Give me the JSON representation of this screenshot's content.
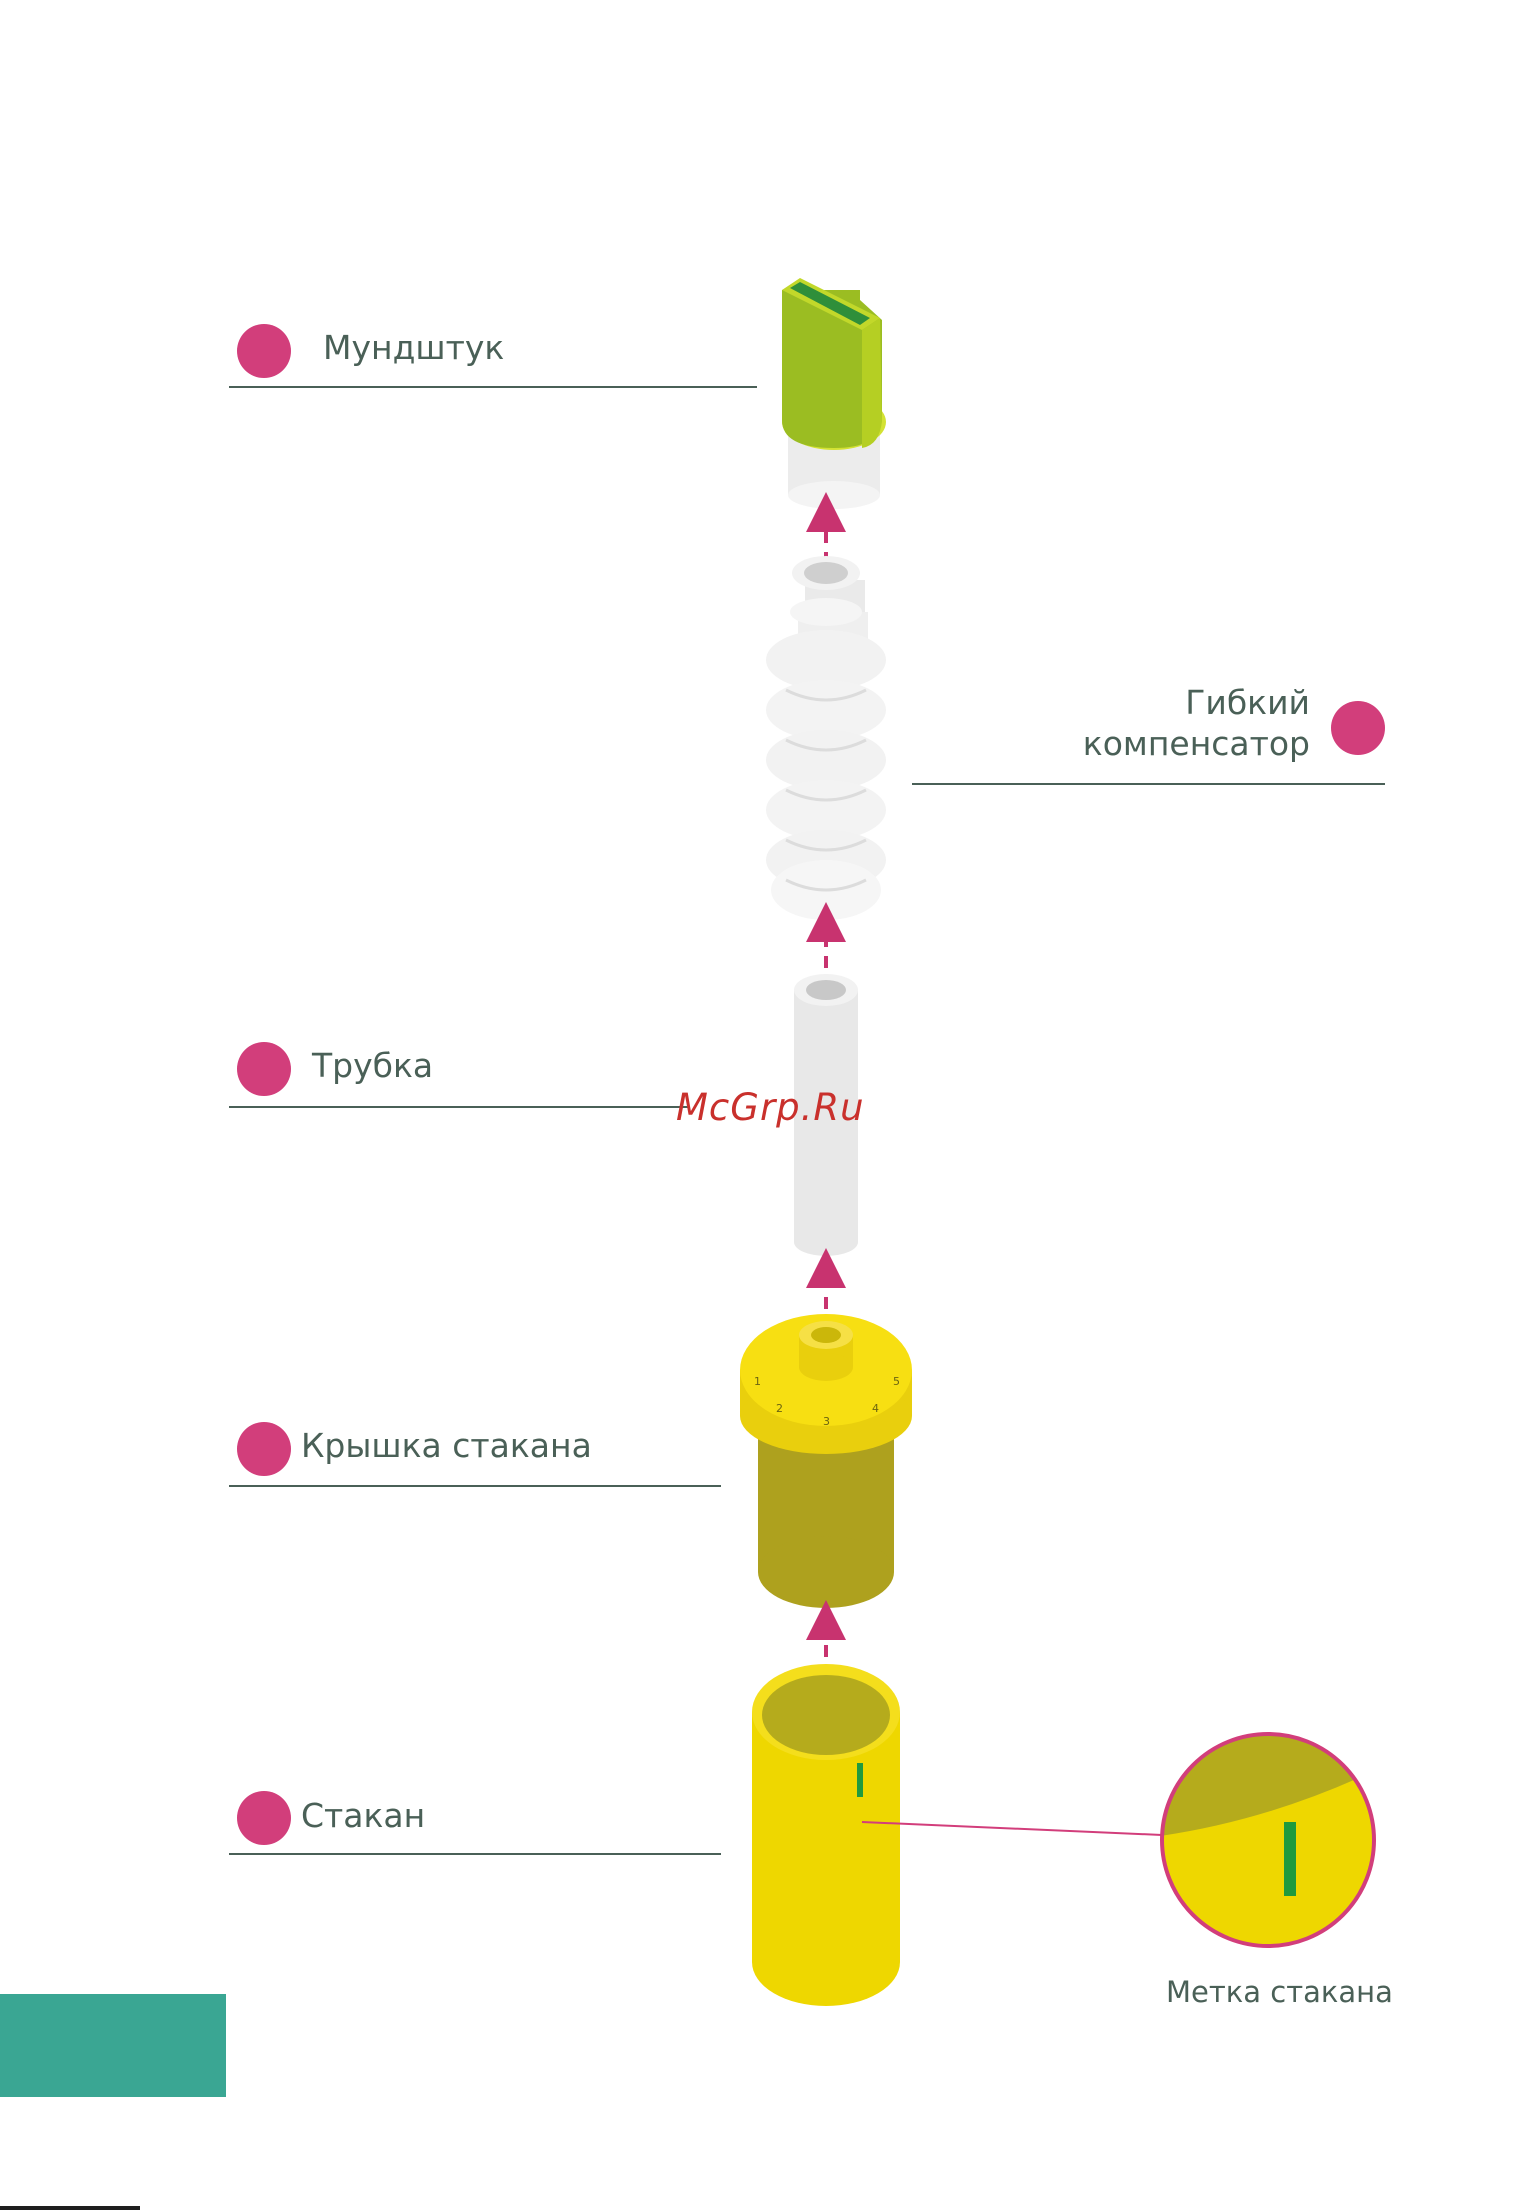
{
  "labels": {
    "mouthpiece": "Мундштук",
    "flexible_line1": "Гибкий",
    "flexible_line2": "компенсатор",
    "tube": "Трубка",
    "cup_lid": "Крышка стакана",
    "cup": "Стакан",
    "cup_mark": "Метка стакана"
  },
  "lid_scale": [
    "1",
    "2",
    "3",
    "4",
    "5"
  ],
  "watermark": "McGrp.Ru",
  "colors": {
    "label_text": "#4a6057",
    "marker": "#d23e7b",
    "arrow": "#c8336f",
    "mouthpiece": "#9bbd22",
    "lid_top": "#f7df12",
    "lid_body": "#aea11e",
    "cup": "#eed700",
    "cup_mark": "#1f9a3e",
    "accent_block": "#3aa693"
  }
}
